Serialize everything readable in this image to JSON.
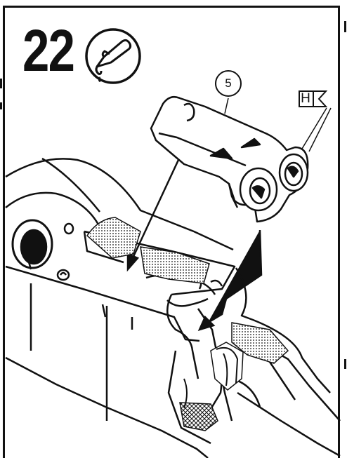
{
  "step": {
    "number": "22"
  },
  "callouts": {
    "part_number": "5",
    "tool_letter": "H"
  },
  "icons": {
    "lubricant": "grease-tube-icon",
    "tool_reference": "tool-badge-icon"
  },
  "colors": {
    "ink": "#111111",
    "paper": "#ffffff"
  }
}
